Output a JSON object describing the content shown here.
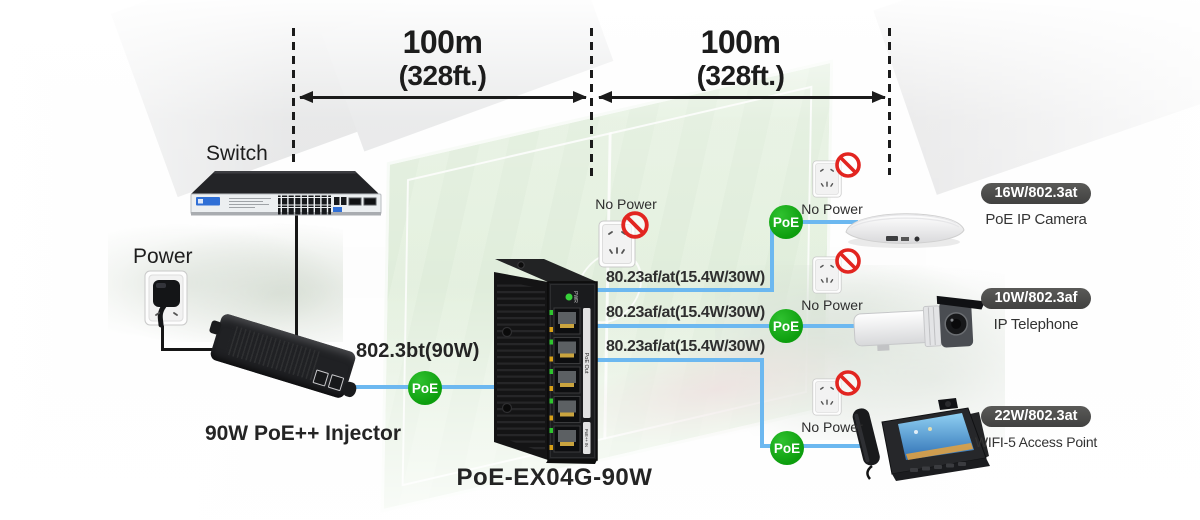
{
  "diagram": {
    "distances": [
      {
        "value": "100m",
        "feet": "(328ft.)"
      },
      {
        "value": "100m",
        "feet": "(328ft.)"
      }
    ],
    "labels": {
      "switch": "Switch",
      "power": "Power",
      "injector": "90W PoE++ Injector",
      "injector_link": "802.3bt(90W)",
      "extender": "PoE-EX04G-90W",
      "poe": "PoE",
      "no_power": "No Power"
    },
    "port_links": [
      "80.23af/at(15.4W/30W)",
      "80.23af/at(15.4W/30W)",
      "80.23af/at(15.4W/30W)"
    ],
    "devices": [
      {
        "badge": "16W/802.3at",
        "name": "PoE IP Camera"
      },
      {
        "badge": "10W/802.3af",
        "name": "IP Telephone"
      },
      {
        "badge": "22W/802.3at",
        "name": "WIFI-5 Access Point"
      }
    ],
    "extender_markings": {
      "pwr": "PWR",
      "poe_out": "PoE Out",
      "poe_in": "PoE++ IN"
    },
    "colors": {
      "poe_green": "#12a212",
      "cable_blue": "#6cb8f0",
      "prohibit_red": "#e22520",
      "badge_bg": "#4a4a48",
      "arrow_black": "#1b1b1b",
      "text_dark": "#2f2f2f"
    }
  }
}
